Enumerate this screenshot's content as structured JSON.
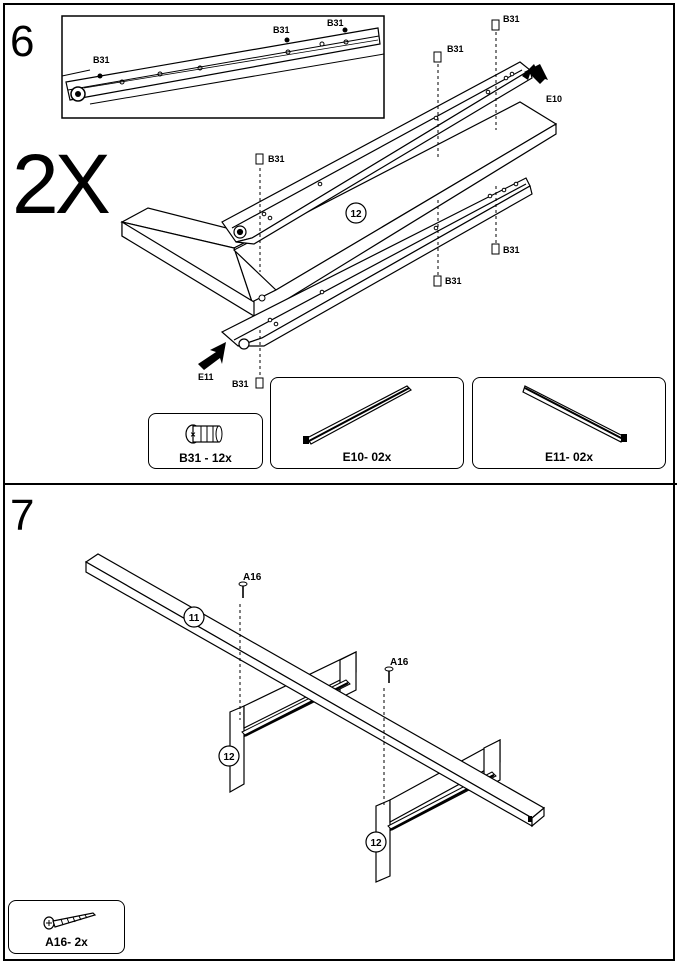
{
  "steps": [
    {
      "number": "6",
      "multiplier": "2X",
      "detail_labels": [
        "B31",
        "B31",
        "B31"
      ],
      "labels": {
        "screw": "B31",
        "part_front": "E10",
        "part_back": "E11",
        "panel": "12"
      },
      "parts": [
        {
          "name": "B31 - 12x",
          "icon": "cam-bolt-icon"
        },
        {
          "name": "E10- 02x",
          "icon": "drawer-rail-icon"
        },
        {
          "name": "E11- 02x",
          "icon": "drawer-rail-icon"
        }
      ]
    },
    {
      "number": "7",
      "labels": {
        "screw": "A16",
        "board": "11",
        "panel": "12"
      },
      "parts": [
        {
          "name": "A16- 2x",
          "icon": "wood-screw-icon"
        }
      ]
    }
  ]
}
